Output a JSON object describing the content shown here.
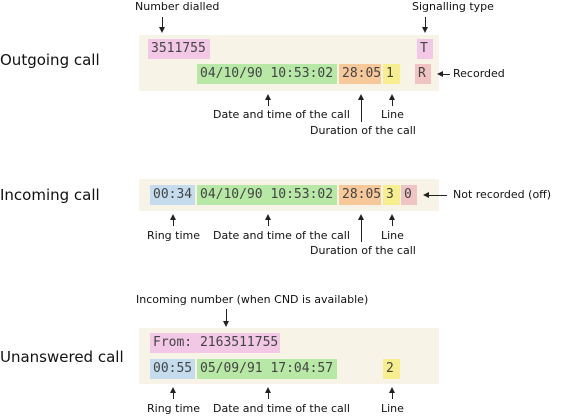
{
  "sections": {
    "outgoing": "Outgoing call",
    "incoming": "Incoming call",
    "unanswered": "Unanswered call"
  },
  "outgoing": {
    "number": "3511755",
    "signalling": "T",
    "datetime": "04/10/90 10:53:02",
    "duration": "28:05",
    "line": "1",
    "record": "R"
  },
  "incoming": {
    "ring": "00:34",
    "datetime": "04/10/90 10:53:02",
    "duration": "28:05",
    "line": "3",
    "record": "0"
  },
  "unanswered": {
    "from": "From: 2163511755",
    "ring": "00:55",
    "datetime": "05/09/91 17:04:57",
    "line": "2"
  },
  "labels": {
    "number_dialled": "Number dialled",
    "signalling_type": "Signalling type",
    "recorded": "Recorded",
    "date_time": "Date and time of the call",
    "duration": "Duration of the call",
    "line": "Line",
    "ring_time": "Ring time",
    "not_recorded": "Not recorded (off)",
    "incoming_number": "Incoming number (when CND is available)"
  }
}
